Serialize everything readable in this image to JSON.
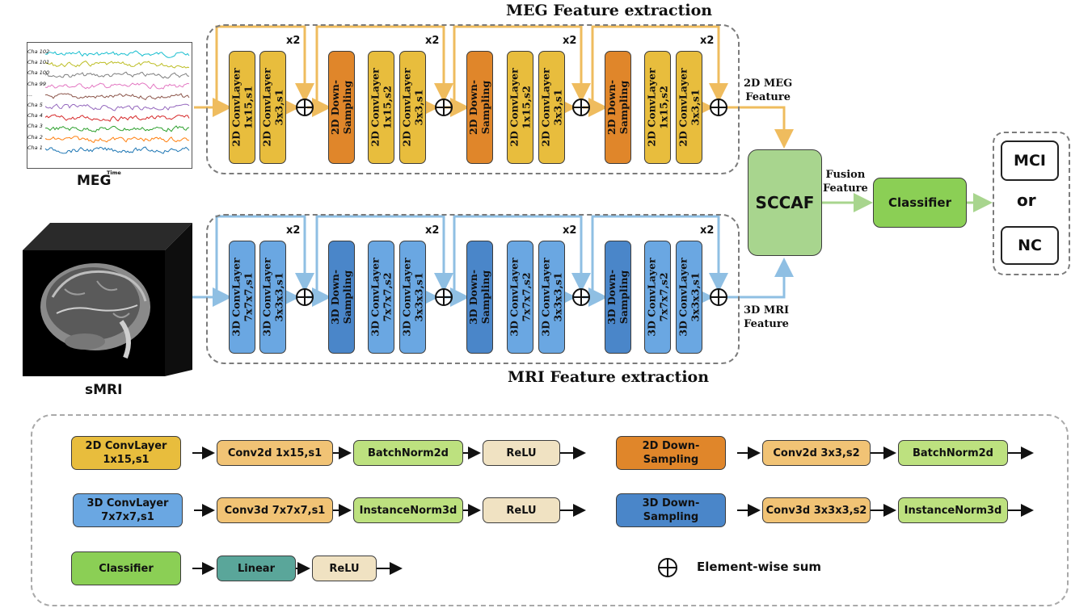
{
  "titles": {
    "meg": "MEG Feature extraction",
    "mri": "MRI Feature extraction"
  },
  "inputs": {
    "meg_label": "MEG",
    "mri_label": "sMRI",
    "meg_axis_label": "Time",
    "meg_channels": [
      "Cha 102",
      "Cha 101",
      "Cha 100",
      "Cha 99",
      "...",
      "Cha 5",
      "Cha 4",
      "Cha 3",
      "Cha 2",
      "Cha 1"
    ],
    "meg_colors": [
      "#17becf",
      "#bcbd22",
      "#7f7f7f",
      "#e377c2",
      "#8c564b",
      "#9467bd",
      "#d62728",
      "#2ca02c",
      "#ff7f0e",
      "#1f77b4"
    ]
  },
  "meg_branch": {
    "conv_a": "2D ConvLayer\n1x15,s1",
    "conv_b": "2D ConvLayer\n3x3,s1",
    "down": "2D Down-\nSampling",
    "conv_s2": "2D ConvLayer\n1x15,s2",
    "repeat": "x2",
    "output": "2D MEG\nFeature"
  },
  "mri_branch": {
    "conv_a": "3D ConvLayer\n7x7x7,s1",
    "conv_b": "3D ConvLayer\n3x3x3,s1",
    "down": "3D Down-\nSampling",
    "conv_s2": "3D ConvLayer\n7x7x7,s2",
    "repeat": "x2",
    "output": "3D MRI\nFeature"
  },
  "fusion": {
    "sccaf": "SCCAF",
    "fusion_label": "Fusion\nFeature",
    "classifier": "Classifier",
    "out_top": "MCI",
    "out_or": "or",
    "out_bottom": "NC"
  },
  "legend": {
    "conv2d": {
      "label": "2D ConvLayer\n1x15,s1",
      "steps": [
        "Conv2d 1x15,s1",
        "BatchNorm2d",
        "ReLU"
      ]
    },
    "down2d": {
      "label": "2D Down-\nSampling",
      "steps": [
        "Conv2d 3x3,s2",
        "BatchNorm2d"
      ]
    },
    "conv3d": {
      "label": "3D ConvLayer\n7x7x7,s1",
      "steps": [
        "Conv3d 7x7x7,s1",
        "InstanceNorm3d",
        "ReLU"
      ]
    },
    "down3d": {
      "label": "3D Down-\nSampling",
      "steps": [
        "Conv3d 3x3x3,s2",
        "InstanceNorm3d"
      ]
    },
    "classifier": {
      "label": "Classifier",
      "steps": [
        "Linear",
        "ReLU"
      ]
    },
    "sum_label": "Element-wise sum"
  },
  "colors": {
    "yellow": "#e8bd3d",
    "orange": "#e0862a",
    "lightblue": "#6aa7e2",
    "darkblue": "#4a86c9",
    "green": "#8bcf55",
    "sccaf": "#a8d58e",
    "arrow_meg": "#efbc5e",
    "arrow_mri": "#8fbfe3",
    "arrow_fusion": "#a8d58e",
    "legend_tan": "#f1c375",
    "legend_green": "#bde17f",
    "legend_beige": "#f0e2c2",
    "legend_teal": "#5aa69a"
  }
}
